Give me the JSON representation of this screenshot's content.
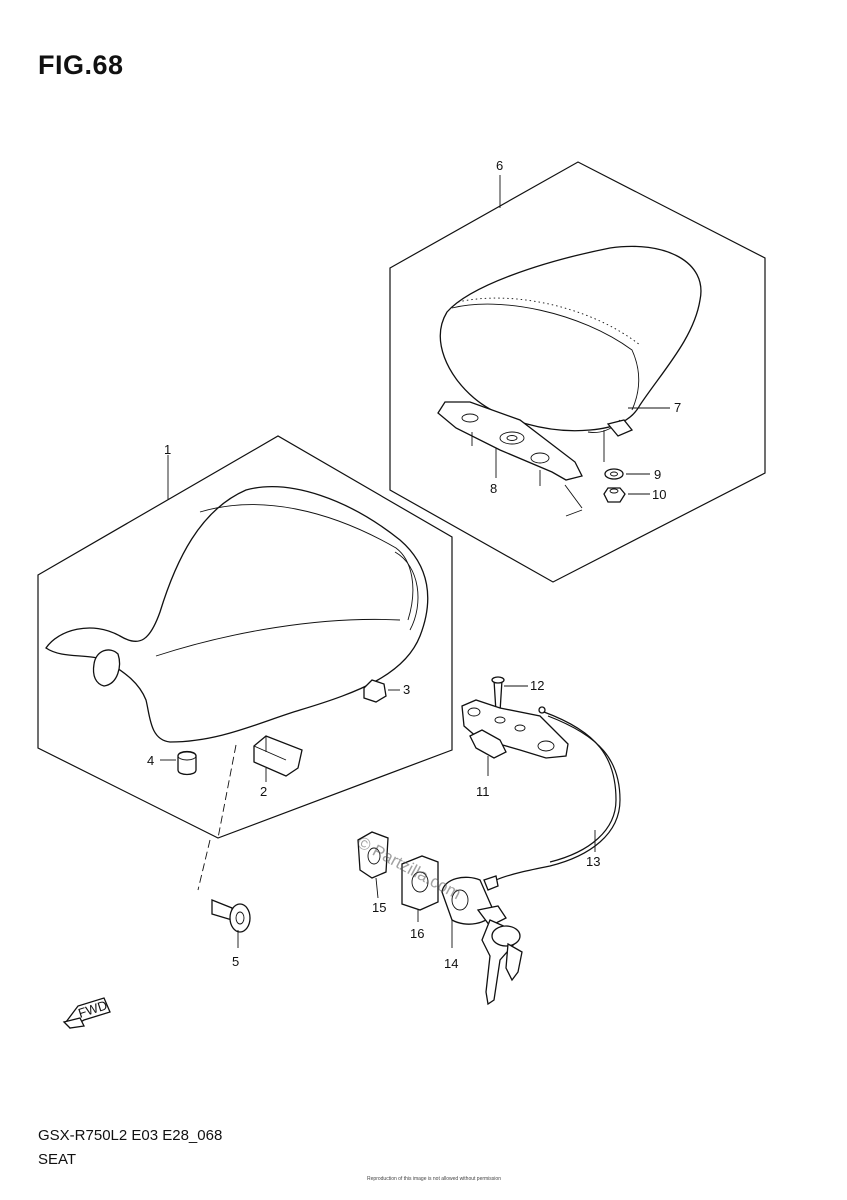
{
  "figure": {
    "title": "FIG.68",
    "model_code": "GSX-R750L2 E03 E28_068",
    "section_name": "SEAT",
    "copyright": "Reproduction of this image is not allowed without permission",
    "watermark": "© Partzilla.com",
    "fwd_label": "FWD"
  },
  "callouts": [
    "1",
    "2",
    "3",
    "4",
    "5",
    "6",
    "7",
    "8",
    "9",
    "10",
    "11",
    "12",
    "13",
    "14",
    "15",
    "16"
  ],
  "icons": {
    "fwd_arrow": "forward-arrow-icon"
  }
}
